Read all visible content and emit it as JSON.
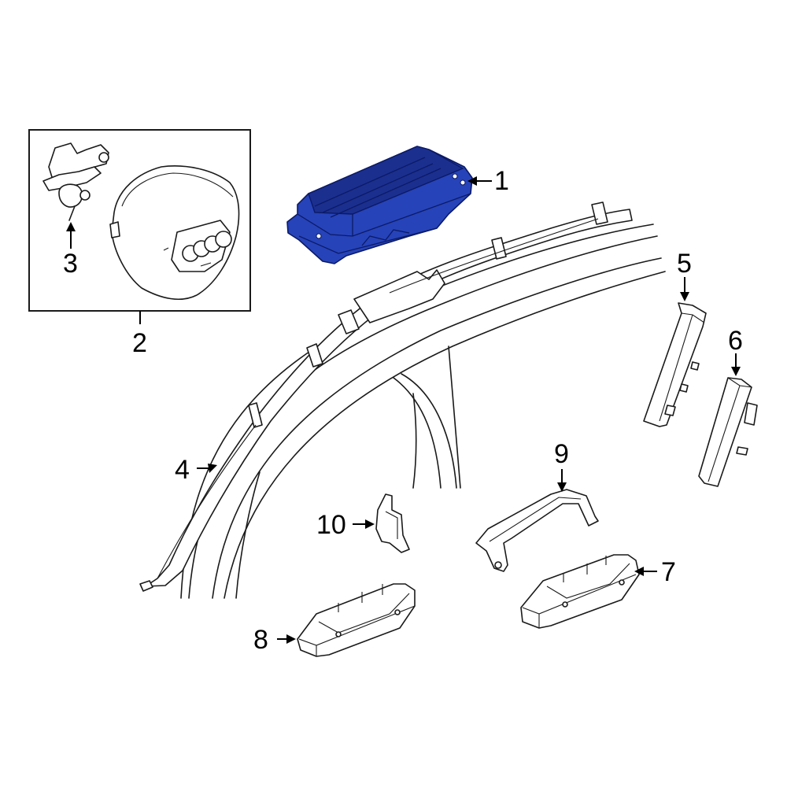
{
  "colors": {
    "highlight": "#2643b9",
    "outline": "#1a1a1a"
  },
  "callouts": [
    {
      "id": "1",
      "label": "1"
    },
    {
      "id": "2",
      "label": "2"
    },
    {
      "id": "3",
      "label": "3"
    },
    {
      "id": "4",
      "label": "4"
    },
    {
      "id": "5",
      "label": "5"
    },
    {
      "id": "6",
      "label": "6"
    },
    {
      "id": "7",
      "label": "7"
    },
    {
      "id": "8",
      "label": "8"
    },
    {
      "id": "9",
      "label": "9"
    },
    {
      "id": "10",
      "label": "10"
    }
  ],
  "parts": [
    {
      "callout": "1",
      "icon": "passenger-airbag-icon",
      "highlighted": true
    },
    {
      "callout": "2",
      "icon": "steering-wheel-airbag-icon",
      "highlighted": false
    },
    {
      "callout": "3",
      "icon": "clockspring-connector-icon",
      "highlighted": false
    },
    {
      "callout": "4",
      "icon": "curtain-airbag-icon",
      "highlighted": false
    },
    {
      "callout": "5",
      "icon": "side-airbag-icon",
      "highlighted": false
    },
    {
      "callout": "6",
      "icon": "side-airbag-icon",
      "highlighted": false
    },
    {
      "callout": "7",
      "icon": "knee-airbag-icon",
      "highlighted": false
    },
    {
      "callout": "8",
      "icon": "knee-airbag-icon",
      "highlighted": false
    },
    {
      "callout": "9",
      "icon": "bracket-icon",
      "highlighted": false
    },
    {
      "callout": "10",
      "icon": "bracket-icon",
      "highlighted": false
    }
  ]
}
